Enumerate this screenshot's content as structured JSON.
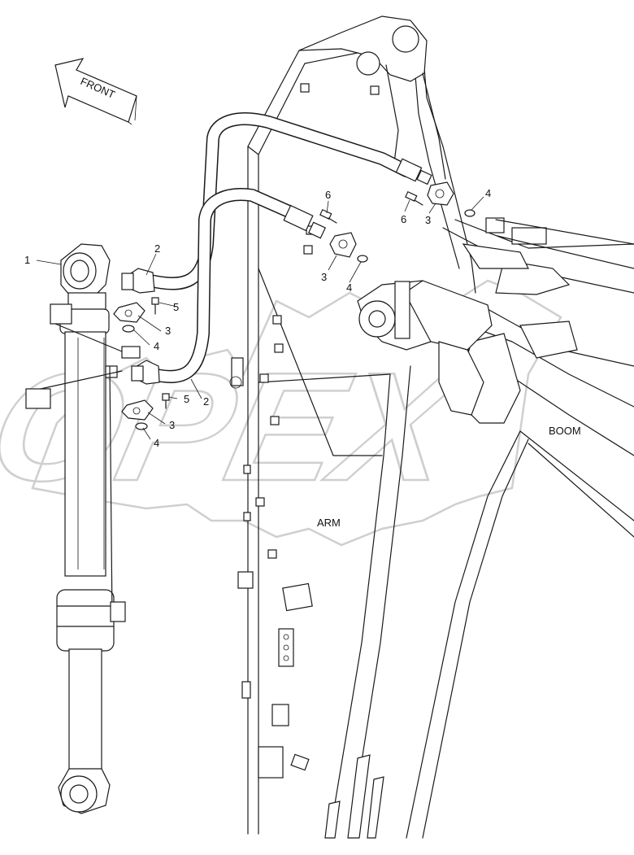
{
  "direction_arrow": {
    "label": "FRONT"
  },
  "watermark": {
    "text": "OPEX"
  },
  "regions": {
    "boom_label": "BOOM",
    "arm_label": "ARM"
  },
  "callouts": [
    {
      "id": "c1",
      "text": "1"
    },
    {
      "id": "c2a",
      "text": "2"
    },
    {
      "id": "c2b",
      "text": "2"
    },
    {
      "id": "c3a",
      "text": "3"
    },
    {
      "id": "c3b",
      "text": "3"
    },
    {
      "id": "c3c",
      "text": "3"
    },
    {
      "id": "c3d",
      "text": "3"
    },
    {
      "id": "c4a",
      "text": "4"
    },
    {
      "id": "c4b",
      "text": "4"
    },
    {
      "id": "c4c",
      "text": "4"
    },
    {
      "id": "c4d",
      "text": "4"
    },
    {
      "id": "c5a",
      "text": "5"
    },
    {
      "id": "c5b",
      "text": "5"
    },
    {
      "id": "c6a",
      "text": "6"
    },
    {
      "id": "c6b",
      "text": "6"
    }
  ]
}
